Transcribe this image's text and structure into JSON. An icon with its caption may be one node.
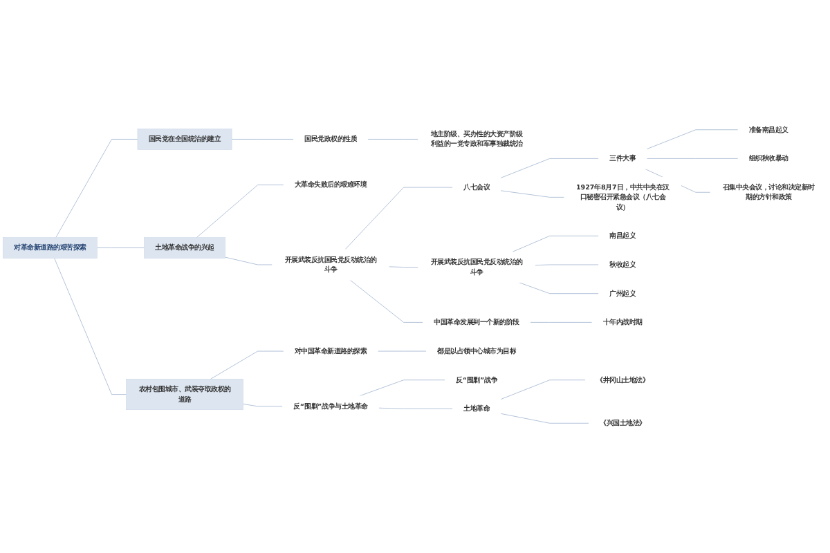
{
  "diagram": {
    "nodes": [
      {
        "text": [
          "对革命新道路的艰苦探索"
        ]
      },
      {
        "text": [
          "国民党在全国统治的建立"
        ]
      },
      {
        "text": [
          "国民党政权的性质"
        ]
      },
      {
        "text": [
          "地主阶级、买办性的大资产阶级利益的一党专政和军事独裁统治"
        ]
      },
      {
        "text": [
          "土地革命战争的兴起"
        ]
      },
      {
        "text": [
          "大革命失败后的艰难环境"
        ]
      },
      {
        "text": [
          "开展武装反抗国民党反动统治的斗争"
        ]
      },
      {
        "text": [
          "八七会议"
        ]
      },
      {
        "text": [
          "三件大事"
        ]
      },
      {
        "text": [
          "准备南昌起义"
        ]
      },
      {
        "text": [
          "组织秋收暴动"
        ]
      },
      {
        "text": [
          "召集中央会议，讨论和决定新时期的方针和政策"
        ]
      },
      {
        "text": [
          "1927年8月7日，中共中央在汉口秘密召开紧急会议（八七会议）"
        ]
      },
      {
        "text": [
          "开展武装反抗国民党反动统治的斗争"
        ]
      },
      {
        "text": [
          "南昌起义"
        ]
      },
      {
        "text": [
          "秋收起义"
        ]
      },
      {
        "text": [
          "广州起义"
        ]
      },
      {
        "text": [
          "中国革命发展到一个新的阶段"
        ]
      },
      {
        "text": [
          "十年内战时期"
        ]
      },
      {
        "text": [
          "农村包围城市、武装夺取政权的道路"
        ]
      },
      {
        "text": [
          "对中国革命新道路的探索"
        ]
      },
      {
        "text": [
          "都是以占领中心城市为目标"
        ]
      },
      {
        "text": [
          "反“围剿”战争与土地革命"
        ]
      },
      {
        "text": [
          "反“围剿”战争"
        ]
      },
      {
        "text": [
          "土地革命"
        ]
      },
      {
        "text": [
          "《井冈山土地法》"
        ]
      },
      {
        "text": [
          "《兴国土地法》"
        ]
      }
    ],
    "edges": [
      {
        "from": 0,
        "to": 1,
        "arrow": "none"
      },
      {
        "from": 1,
        "to": 2,
        "arrow": "none"
      },
      {
        "from": 2,
        "to": 3,
        "arrow": "none"
      },
      {
        "from": 0,
        "to": 4,
        "arrow": "none"
      },
      {
        "from": 4,
        "to": 5,
        "arrow": "none"
      },
      {
        "from": 4,
        "to": 6,
        "arrow": "none"
      },
      {
        "from": 6,
        "to": 7,
        "arrow": "none"
      },
      {
        "from": 7,
        "to": 8,
        "arrow": "none"
      },
      {
        "from": 8,
        "to": 9,
        "arrow": "none"
      },
      {
        "from": 8,
        "to": 10,
        "arrow": "none"
      },
      {
        "from": 8,
        "to": 11,
        "arrow": "none"
      },
      {
        "from": 7,
        "to": 12,
        "arrow": "none"
      },
      {
        "from": 6,
        "to": 13,
        "arrow": "none"
      },
      {
        "from": 13,
        "to": 14,
        "arrow": "none"
      },
      {
        "from": 13,
        "to": 15,
        "arrow": "none"
      },
      {
        "from": 13,
        "to": 16,
        "arrow": "none"
      },
      {
        "from": 6,
        "to": 17,
        "arrow": "none"
      },
      {
        "from": 17,
        "to": 18,
        "arrow": "none"
      },
      {
        "from": 0,
        "to": 19,
        "arrow": "none"
      },
      {
        "from": 19,
        "to": 20,
        "arrow": "none"
      },
      {
        "from": 20,
        "to": 21,
        "arrow": "none"
      },
      {
        "from": 19,
        "to": 22,
        "arrow": "none"
      },
      {
        "from": 22,
        "to": 23,
        "arrow": "none"
      },
      {
        "from": 22,
        "to": 24,
        "arrow": "none"
      },
      {
        "from": 24,
        "to": 25,
        "arrow": "none"
      },
      {
        "from": 24,
        "to": 26,
        "arrow": "none"
      }
    ]
  }
}
